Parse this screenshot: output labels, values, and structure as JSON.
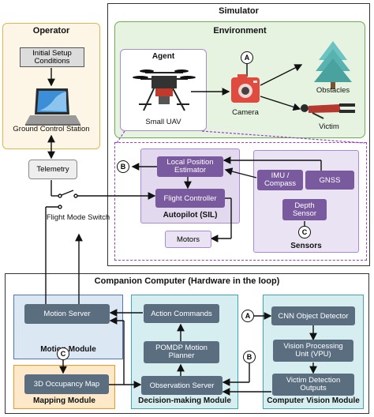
{
  "colors": {
    "operator_bg": "#fdf6e6",
    "operator_border": "#e8b54d",
    "environment_bg": "#e6f3e1",
    "environment_border": "#6bb04f",
    "agent_border": "#a88bd0",
    "autopilot_bg": "#e3d9ef",
    "sensors_bg": "#eae3f3",
    "node_dark": "#5b6e80",
    "node_purple": "#7a5a9e",
    "motion_bg": "#dbe7f3",
    "mapping_bg": "#fde8c9",
    "decision_bg": "#d6eef0",
    "vision_bg": "#d6eef0",
    "dashed_purple": "#9b3fc8"
  },
  "operator": {
    "title": "Operator",
    "setup": "Initial Setup Conditions",
    "gcs": "Ground Control Station",
    "telemetry": "Telemetry",
    "switch": "Flight Mode Switch"
  },
  "simulator": {
    "title": "Simulator",
    "environment": {
      "title": "Environment",
      "agent": {
        "title": "Agent",
        "uav": "Small UAV"
      },
      "camera": "Camera",
      "obstacles": "Obstacles",
      "victim": "Victim"
    },
    "autopilot": {
      "title": "Autopilot (SIL)",
      "lpe": "Local Position Estimator",
      "fc": "Flight Controller"
    },
    "motors": "Motors",
    "sensors": {
      "title": "Sensors",
      "imu": "IMU / Compass",
      "gnss": "GNSS",
      "depth": "Depth Sensor"
    }
  },
  "companion": {
    "title": "Companion Computer (Hardware in the loop)",
    "motion": {
      "title": "Motion Module",
      "server": "Motion Server"
    },
    "mapping": {
      "title": "Mapping Module",
      "map": "3D Occupancy Map"
    },
    "decision": {
      "title": "Decision-making Module",
      "actions": "Action Commands",
      "pomdp": "POMDP Motion Planner",
      "obs": "Observation Server"
    },
    "vision": {
      "title": "Computer Vision Module",
      "cnn": "CNN Object Detector",
      "vpu": "Vision Processing Unit (VPU)",
      "victim_det": "Victim Detection Outputs"
    }
  },
  "connectors": {
    "a": "A",
    "b": "B",
    "c": "C"
  },
  "icons": [
    "drone-icon",
    "camera-icon",
    "tree-icon",
    "person-icon",
    "laptop-icon",
    "switch-icon"
  ]
}
